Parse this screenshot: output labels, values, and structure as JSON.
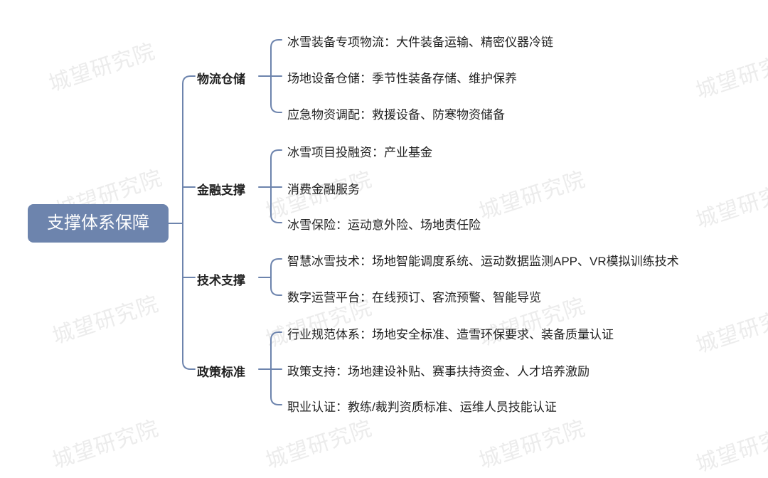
{
  "root": {
    "label": "支撑体系保障"
  },
  "branches": [
    {
      "label": "物流仓储",
      "leaves": [
        "冰雪装备专项物流：大件装备运输、精密仪器冷链",
        "场地设备仓储：季节性装备存储、维护保养",
        "应急物资调配：救援设备、防寒物资储备"
      ]
    },
    {
      "label": "金融支撑",
      "leaves": [
        "冰雪项目投融资：产业基金",
        "消费金融服务",
        "冰雪保险：运动意外险、场地责任险"
      ]
    },
    {
      "label": "技术支撑",
      "leaves": [
        "智慧冰雪技术：场地智能调度系统、运动数据监测APP、VR模拟训练技术",
        "数字运营平台：在线预订、客流预警、智能导览"
      ]
    },
    {
      "label": "政策标准",
      "leaves": [
        "行业规范体系：场地安全标准、造雪环保要求、装备质量认证",
        "政策支持：场地建设补贴、赛事扶持资金、人才培养激励",
        "职业认证：教练/裁判资质标准、运维人员技能认证"
      ]
    }
  ],
  "watermark": "城望研究院",
  "colors": {
    "root_fill": "#6d84ad",
    "connector": "#6d84ad",
    "watermark": "#ececec"
  }
}
